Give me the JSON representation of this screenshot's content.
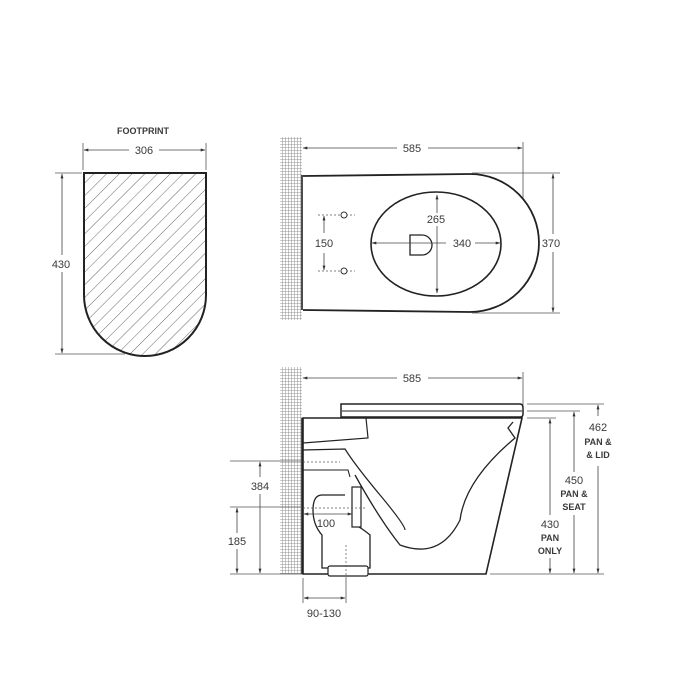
{
  "footprint": {
    "title": "FOOTPRINT",
    "width": "306",
    "depth": "430"
  },
  "plan_view": {
    "length": "585",
    "width": "370",
    "bowl_length": "340",
    "bowl_width": "265",
    "fixing_spacing": "150"
  },
  "side_view": {
    "length": "585",
    "inlet_height": "384",
    "outlet_height": "185",
    "outlet_projection": "100",
    "setout": "90-130",
    "heights": [
      {
        "value": "462",
        "line1": "PAN &",
        "line2": "& LID"
      },
      {
        "value": "450",
        "line1": "PAN &",
        "line2": "SEAT"
      },
      {
        "value": "430",
        "line1": "PAN",
        "line2": "ONLY"
      }
    ]
  },
  "colors": {
    "line": "#2b2b2b",
    "dim": "#555555",
    "wall": "#8a8a8a"
  }
}
